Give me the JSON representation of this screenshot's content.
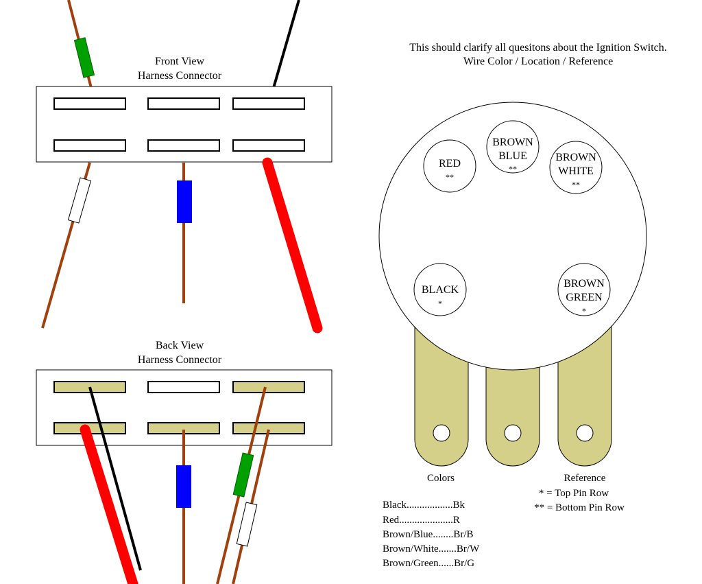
{
  "header": {
    "line1": "This should clarify all quesitons about the Ignition Switch.",
    "line2": "Wire Color / Location / Reference"
  },
  "front_view": {
    "title1": "Front View",
    "title2": "Harness Connector"
  },
  "back_view": {
    "title1": "Back View",
    "title2": "Harness Connector"
  },
  "switch": {
    "terminals": [
      {
        "id": "red",
        "line1": "RED",
        "line2": "",
        "mark": "**"
      },
      {
        "id": "brown-blue",
        "line1": "BROWN",
        "line2": "BLUE",
        "mark": "**"
      },
      {
        "id": "brown-white",
        "line1": "BROWN",
        "line2": "WHITE",
        "mark": "**"
      },
      {
        "id": "black",
        "line1": "BLACK",
        "line2": "",
        "mark": "*"
      },
      {
        "id": "brown-green",
        "line1": "BROWN",
        "line2": "GREEN",
        "mark": "*"
      }
    ]
  },
  "colors_legend": {
    "title": "Colors",
    "items": [
      "Black..................Bk",
      "Red.....................R",
      "Brown/Blue........Br/B",
      "Brown/White.......Br/W",
      "Brown/Green......Br/G"
    ]
  },
  "reference_legend": {
    "title": "Reference",
    "items": [
      "* = Top Pin Row",
      "** = Bottom Pin Row"
    ]
  },
  "colors": {
    "brown": "#a0410d",
    "green": "#00a000",
    "blue": "#0000ff",
    "red": "#ff0000",
    "black": "#000000",
    "tan": "#d4d08a"
  }
}
